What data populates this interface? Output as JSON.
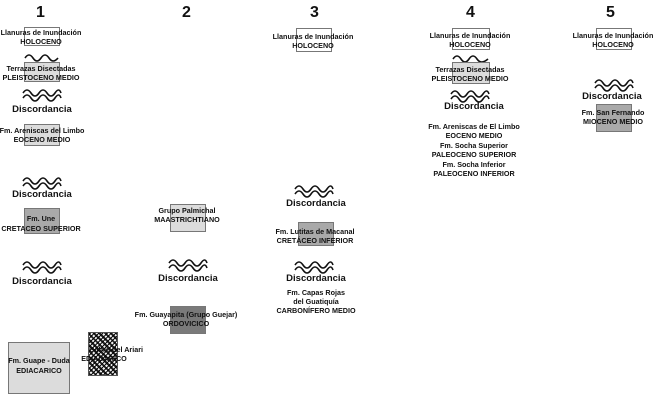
{
  "columns": [
    "1",
    "2",
    "3",
    "4",
    "5"
  ],
  "col1": {
    "llanuras_title": "Llanuras de Inundación",
    "llanuras_age": "HOLOCENO",
    "terrazas_title": "Terrazas Disectadas",
    "terrazas_age": "PLEISTOCENO MEDIO",
    "disc1": "Discordancia",
    "limbo_title": "Fm. Areniscas del Limbo",
    "limbo_age": "EOCENO MEDIO",
    "disc2": "Discordancia",
    "une_title": "Fm. Une",
    "une_age": "CRETACEO SUPERIOR",
    "disc3": "Discordancia",
    "guape_title": "Fm. Guape - Duda",
    "guape_age": "EDIACARICO",
    "gabro_title": "Gabro del Ariari",
    "gabro_age": "EDIACARICO"
  },
  "col2": {
    "palmichal_title": "Grupo Palmichal",
    "palmichal_age": "MAASTRICHTIANO",
    "disc1": "Discordancia",
    "guayapita_title": "Fm. Guayapita (Grupo Guejar)",
    "guayapita_age": "ORDOVICICO"
  },
  "col3": {
    "llanuras_title": "Llanuras de Inundación",
    "llanuras_age": "HOLOCENO",
    "disc1": "Discordancia",
    "lutitas_title": "Fm. Lutitas de Macanal",
    "lutitas_age": "CRETÁCEO INFERIOR",
    "disc2": "Discordancia",
    "capas_title1": "Fm. Capas Rojas",
    "capas_title2": "del Guatiquía",
    "capas_age": "CARBONÍFERO MEDIO"
  },
  "col4": {
    "llanuras_title": "Llanuras de Inundación",
    "llanuras_age": "HOLOCENO",
    "terrazas_title": "Terrazas Disectadas",
    "terrazas_age": "PLEISTOCENO MEDIO",
    "disc1": "Discordancia",
    "limbo_title": "Fm. Areniscas de El Limbo",
    "limbo_age": "EOCENO MEDIO",
    "socha_sup_title": "Fm. Socha Superior",
    "socha_sup_age": "PALEOCENO SUPERIOR",
    "socha_inf_title": "Fm. Socha Inferior",
    "socha_inf_age": "PALEOCENO INFERIOR"
  },
  "col5": {
    "llanuras_title": "Llanuras de Inundación",
    "llanuras_age": "HOLOCENO",
    "disc1": "Discordancia",
    "sanfer_title": "Fm. San Fernando",
    "sanfer_age": "MIOCENO MEDIO"
  }
}
